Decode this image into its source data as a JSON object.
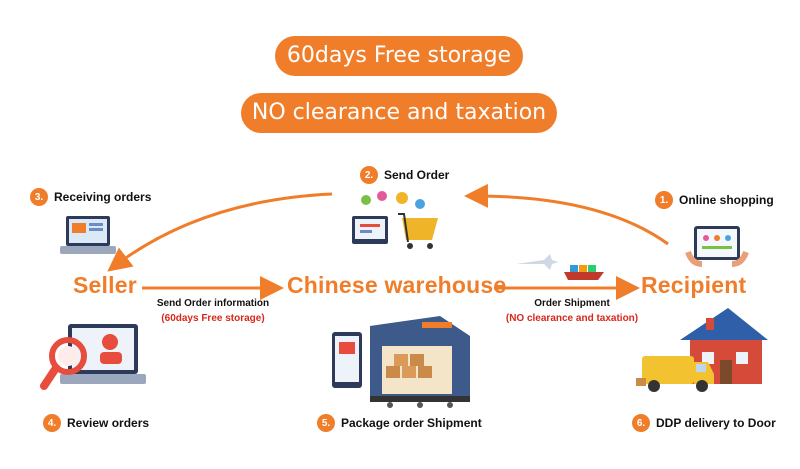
{
  "banner": {
    "line1": "60days Free storage",
    "line2": "NO clearance and taxation"
  },
  "nodes": {
    "seller": "Seller",
    "warehouse": "Chinese warehouse",
    "recipient": "Recipient"
  },
  "steps": [
    {
      "num": "1.",
      "label": "Online shopping"
    },
    {
      "num": "2.",
      "label": "Send Order"
    },
    {
      "num": "3.",
      "label": "Receiving orders"
    },
    {
      "num": "4.",
      "label": "Review orders"
    },
    {
      "num": "5.",
      "label": "Package order Shipment"
    },
    {
      "num": "6.",
      "label": "DDP delivery to Door"
    }
  ],
  "arrow_labels": {
    "send_info": "Send Order information",
    "send_info_note": "(60days Free storage)",
    "shipment": "Order Shipment",
    "shipment_note": "(NO clearance and taxation)"
  },
  "colors": {
    "accent": "#f07d2a",
    "note_red": "#d8271c"
  }
}
